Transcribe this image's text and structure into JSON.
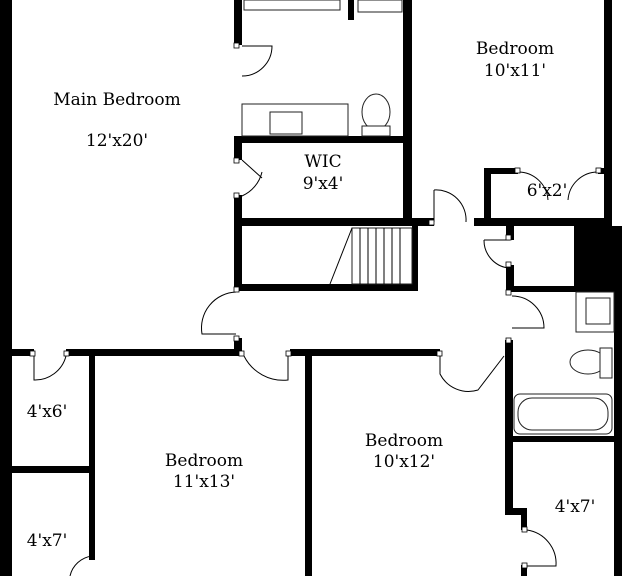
{
  "rooms": {
    "main_bedroom": {
      "name": "Main Bedroom",
      "size": "12'x20'"
    },
    "bedroom_top_right": {
      "name": "Bedroom",
      "size": "10'x11'"
    },
    "wic": {
      "name": "WIC",
      "size": "9'x4'"
    },
    "closet_6x2": {
      "size": "6'x2'"
    },
    "closet_4x6": {
      "size": "4'x6'"
    },
    "closet_4x7_left": {
      "size": "4'x7'"
    },
    "bedroom_bottom_left": {
      "name": "Bedroom",
      "size": "11'x13'"
    },
    "bedroom_bottom_center": {
      "name": "Bedroom",
      "size": "10'x12'"
    },
    "closet_4x7_right": {
      "size": "4'x7'"
    }
  },
  "colors": {
    "wall": "#000000",
    "background": "#ffffff"
  }
}
